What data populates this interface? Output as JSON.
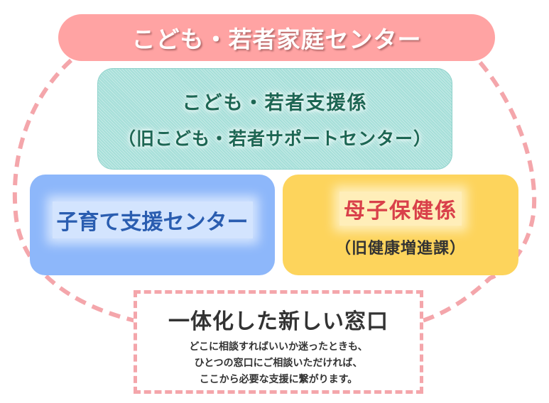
{
  "header": {
    "title": "こども・若者家庭センター"
  },
  "sections": {
    "youth_support": {
      "title": "こども・若者支援係",
      "subtitle": "（旧こども・若者サポートセンター）"
    },
    "childcare_support": {
      "title": "子育て支援センター"
    },
    "maternal_health": {
      "title": "母子保健係",
      "subtitle": "（旧健康増進課）"
    }
  },
  "window": {
    "title": "一体化した新しい窓口",
    "lines": [
      "どこに相談すればいいか迷ったときも、",
      "ひとつの窓口にご相談いただければ、",
      "ここから必要な支援に繋がります。"
    ]
  },
  "colors": {
    "banner": "#ffa3a3",
    "teal": "#a6dfd9",
    "teal_text": "#1d6653",
    "blue": "#8db7fa",
    "blue_text": "#2a5db0",
    "yellow": "#fdd45c",
    "red_text": "#d9404a",
    "dash": "#f4a6ab"
  }
}
